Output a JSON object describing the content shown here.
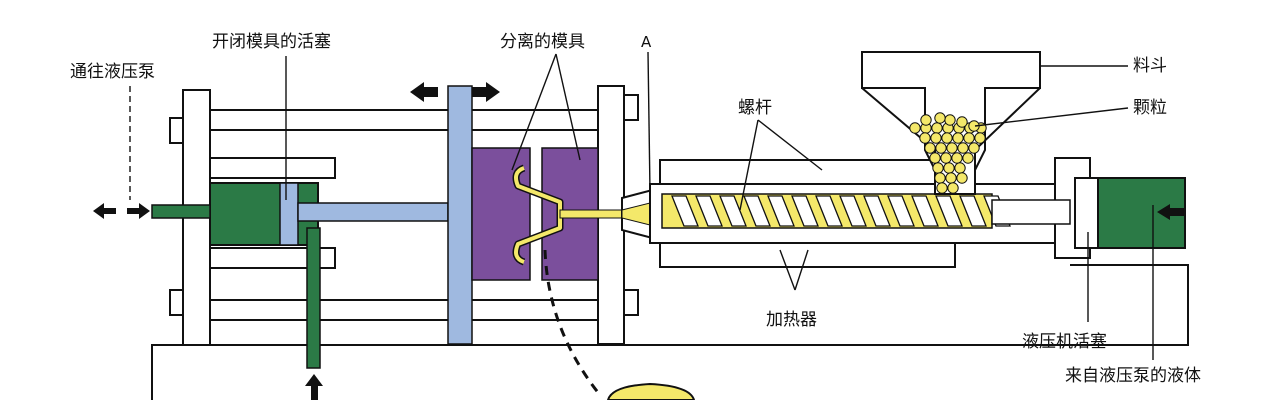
{
  "labels": {
    "to_pump": "通往液压泵",
    "piston_open_close": "开闭模具的活塞",
    "separated_mold": "分离的模具",
    "marker_a": "A",
    "hopper": "料斗",
    "granules": "颗粒",
    "screw": "螺杆",
    "heater": "加热器",
    "hydraulic_piston": "液压机活塞",
    "fluid_from_pump": "来自液压泵的液体"
  },
  "colors": {
    "frame_stroke": "#111111",
    "green": "#2b7a46",
    "blue": "#9fb9e0",
    "purple": "#7b4f9c",
    "yellow": "#f4e86a",
    "screw_dark": "#555555"
  }
}
